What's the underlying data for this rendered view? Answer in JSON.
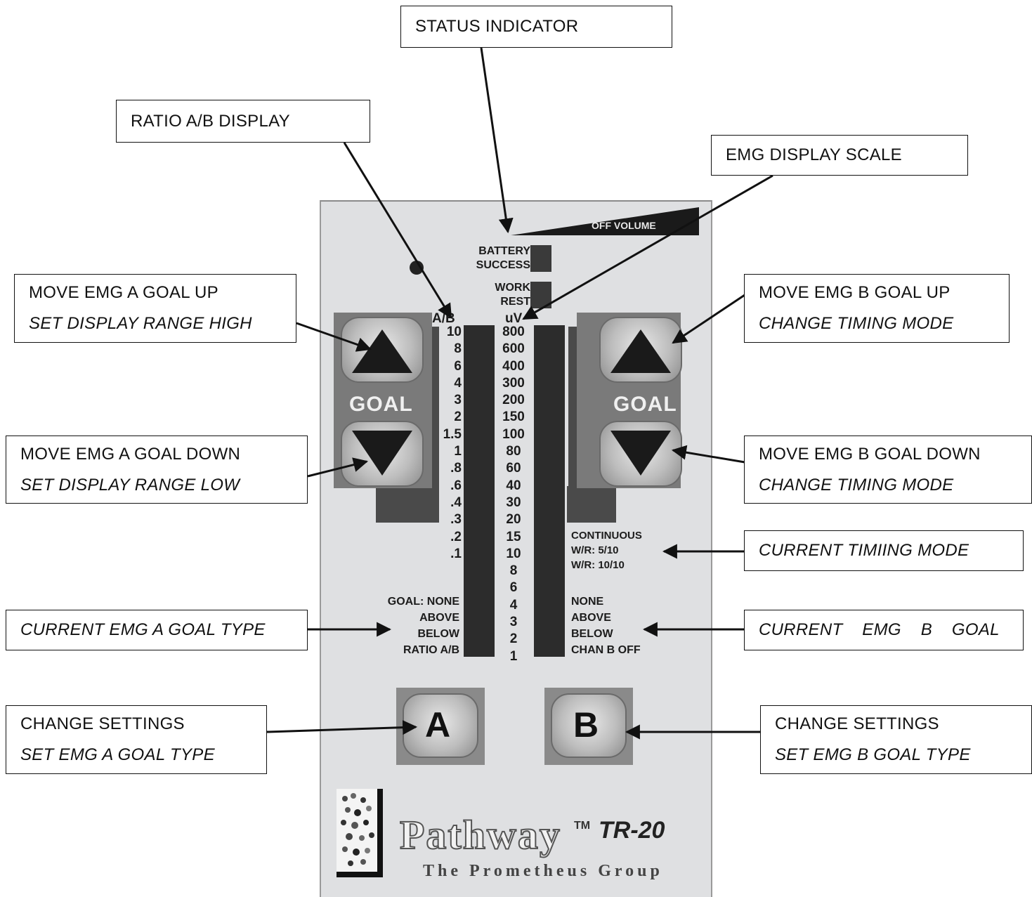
{
  "callouts": {
    "status_indicator": "STATUS INDICATOR",
    "ratio_display": "RATIO A/B DISPLAY",
    "emg_scale": "EMG DISPLAY SCALE",
    "a_goal_up": {
      "line1": "MOVE EMG A GOAL UP",
      "line2": "SET DISPLAY RANGE HIGH"
    },
    "b_goal_up": {
      "line1": "MOVE EMG B GOAL UP",
      "line2": "CHANGE TIMING MODE"
    },
    "a_goal_down": {
      "line1": "MOVE EMG A GOAL DOWN",
      "line2": "SET DISPLAY RANGE LOW"
    },
    "b_goal_down": {
      "line1": "MOVE EMG B GOAL DOWN",
      "line2": "CHANGE TIMING MODE"
    },
    "timing_mode": "CURRENT TIMIING MODE",
    "a_goal_type": "CURRENT EMG A GOAL TYPE",
    "b_goal": "CURRENT    EMG    B    GOAL",
    "a_settings": {
      "line1": "CHANGE SETTINGS",
      "line2": "SET EMG A GOAL TYPE"
    },
    "b_settings": {
      "line1": "CHANGE SETTINGS",
      "line2": "SET EMG B GOAL TYPE"
    }
  },
  "device": {
    "volume_label": "OFF VOLUME",
    "battery": "BATTERY",
    "success": "SUCCESS",
    "work": "WORK",
    "rest": "REST",
    "ratio_header": "A/B",
    "uv_header": "uV",
    "ratio_scale": [
      "10",
      "8",
      "6",
      "4",
      "3",
      "2",
      "1.5",
      "1",
      ".8",
      ".6",
      ".4",
      ".3",
      ".2",
      ".1"
    ],
    "uv_scale": [
      "800",
      "600",
      "400",
      "300",
      "200",
      "150",
      "100",
      "80",
      "60",
      "40",
      "30",
      "20",
      "15",
      "10",
      "8",
      "6",
      "4",
      "3",
      "2",
      "1"
    ],
    "goal_label": "GOAL",
    "timing_modes": [
      "CONTINUOUS",
      "W/R: 5/10",
      "W/R: 10/10"
    ],
    "a_goal_types": [
      "GOAL: NONE",
      "ABOVE",
      "BELOW",
      "RATIO A/B"
    ],
    "b_goal_types": [
      "NONE",
      "ABOVE",
      "BELOW",
      "CHAN B OFF"
    ],
    "button_a": "A",
    "button_b": "B",
    "brand": "Pathway",
    "tm": "TM",
    "model": "TR-20",
    "company": "The Prometheus Group"
  }
}
